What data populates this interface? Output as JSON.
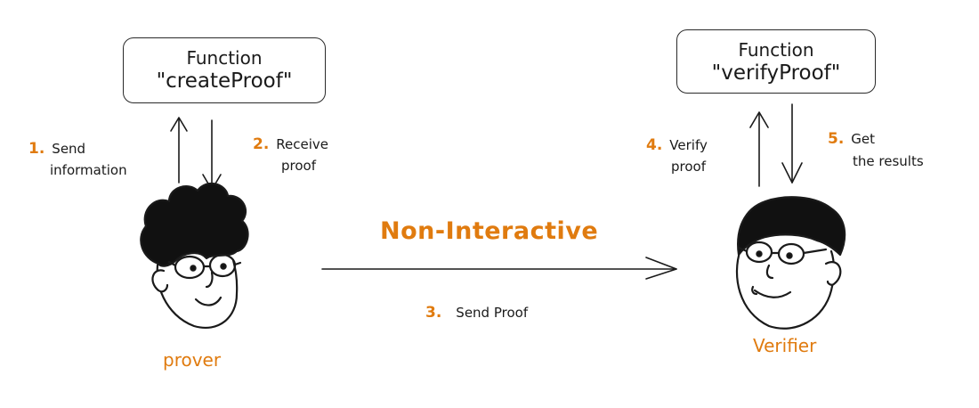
{
  "boxes": {
    "create": {
      "line1": "Function",
      "line2": "\"createProof\""
    },
    "verify": {
      "line1": "Function",
      "line2": "\"verifyProof\""
    }
  },
  "steps": {
    "s1": {
      "num": "1.",
      "line1": "Send",
      "line2": "information"
    },
    "s2": {
      "num": "2.",
      "line1": "Receive",
      "line2": "proof"
    },
    "s3": {
      "num": "3.",
      "text": "Send Proof"
    },
    "s4": {
      "num": "4.",
      "line1": "Verify",
      "line2": "proof"
    },
    "s5": {
      "num": "5.",
      "line1": "Get",
      "line2": "the results"
    }
  },
  "title": "Non-Interactive",
  "actors": {
    "prover": "prover",
    "verifier": "Verifier"
  },
  "colors": {
    "accent": "#e07b0f",
    "ink": "#1a1a1a"
  }
}
